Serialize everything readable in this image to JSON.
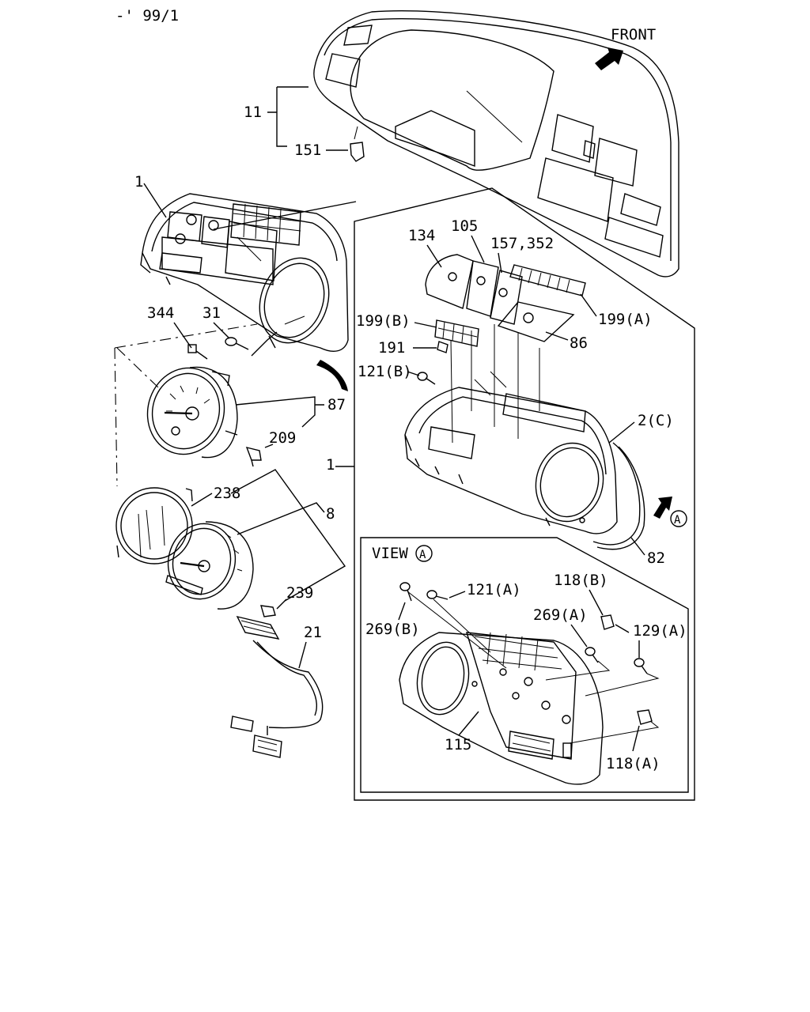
{
  "header": {
    "code": "-' 99/1"
  },
  "front_label": "FRONT",
  "view_label": "VIEW",
  "view_marker": "A",
  "callouts": {
    "c11": "11",
    "c151": "151",
    "c1_top": "1",
    "c344": "344",
    "c31": "31",
    "c87": "87",
    "c209": "209",
    "c238": "238",
    "c8": "8",
    "c239": "239",
    "c21": "21",
    "c1_mid": "1",
    "c134": "134",
    "c105": "105",
    "c157": "157,352",
    "c199b": "199(B)",
    "c199a": "199(A)",
    "c191": "191",
    "c121b": "121(B)",
    "c86": "86",
    "c2c": "2(C)",
    "c82": "82",
    "c121a": "121(A)",
    "c118b": "118(B)",
    "c269a": "269(A)",
    "c129a": "129(A)",
    "c269b": "269(B)",
    "c115": "115",
    "c118a": "118(A)"
  }
}
